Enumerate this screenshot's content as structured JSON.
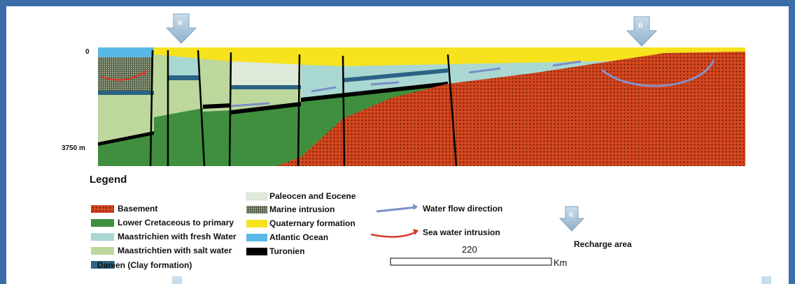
{
  "depth_labels": {
    "top": "0",
    "bottom": "3750 m"
  },
  "legend": {
    "title": "Legend",
    "col1": [
      {
        "label": "Basement",
        "color": "#c8401e",
        "pattern": "dots"
      },
      {
        "label": "Lower Cretaceous to primary",
        "color": "#3f8f3f"
      },
      {
        "label": "Maastrichien with fresh Water",
        "color": "#a9d8d2"
      },
      {
        "label": "Maastrichtien with salt water",
        "color": "#bcd89c"
      },
      {
        "label": "Danien (Clay formation)",
        "color": "#2a6384"
      }
    ],
    "col2": [
      {
        "label": "Paleocen and Eocene",
        "color": "#dfeadb"
      },
      {
        "label": "Marine intrusion",
        "color": "#7a8a6a",
        "pattern": "hatch"
      },
      {
        "label": "Quaternary formation",
        "color": "#f7e21e"
      },
      {
        "label": "Atlantic Ocean",
        "color": "#5ab8e6"
      },
      {
        "label": "Turonien",
        "color": "#000000"
      }
    ],
    "flow_label": "Water flow direction",
    "intrusion_label": "Sea water intrusion",
    "recharge_label": "Recharge area"
  },
  "recharge_marker": "R",
  "scale": {
    "value": "220",
    "unit": "Km"
  }
}
